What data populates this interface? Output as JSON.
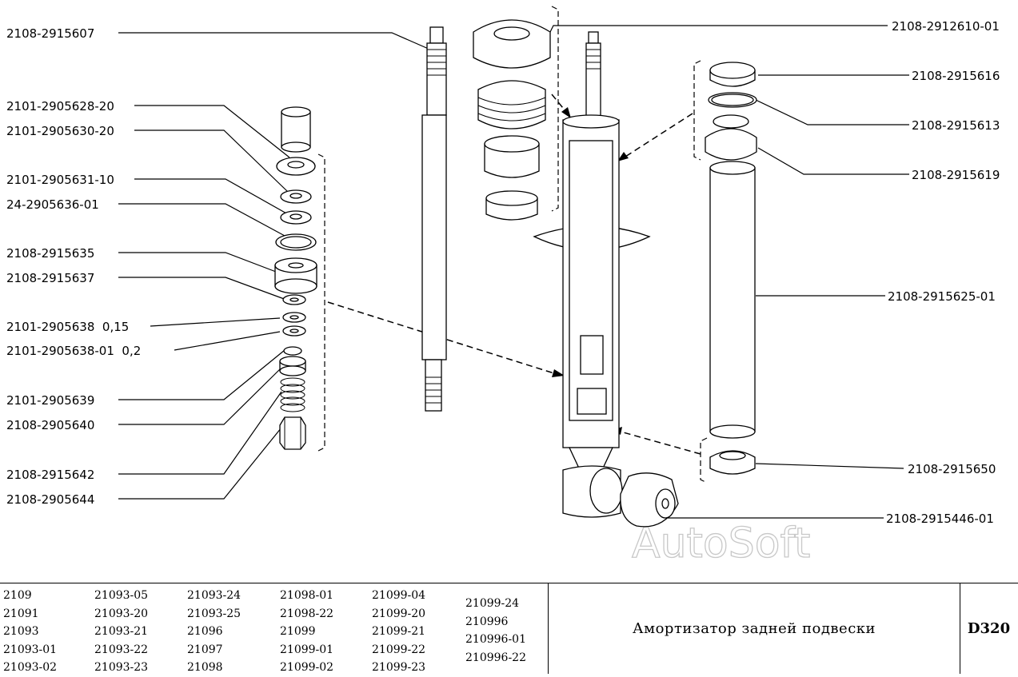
{
  "labels": {
    "l1": "2108-2915607",
    "l2": "2101-2905628-20",
    "l3": "2101-2905630-20",
    "l4": "2101-2905631-10",
    "l5": "24-2905636-01",
    "l6": "2108-2915635",
    "l7": "2108-2915637",
    "l8": "2101-2905638  0,15",
    "l9": "2101-2905638-01  0,2",
    "l10": "2101-2905639",
    "l11": "2108-2905640",
    "l12": "2108-2915642",
    "l13": "2108-2905644",
    "r1": "2108-2912610-01",
    "r2": "2108-2915616",
    "r3": "2108-2915613",
    "r4": "2108-2915619",
    "r5": "2108-2915625-01",
    "r6": "2108-2915650",
    "r7": "2108-2915446-01"
  },
  "watermark": "AutoSoft",
  "footer": {
    "models": [
      [
        "2109",
        "21091",
        "21093",
        "21093-01",
        "21093-02"
      ],
      [
        "21093-05",
        "21093-20",
        "21093-21",
        "21093-22",
        "21093-23"
      ],
      [
        "21093-24",
        "21093-25",
        "21096",
        "21097",
        "21098"
      ],
      [
        "21098-01",
        "21098-22",
        "21099",
        "21099-01",
        "21099-02"
      ],
      [
        "21099-04",
        "21099-20",
        "21099-21",
        "21099-22",
        "21099-23"
      ],
      [
        "21099-24",
        "210996",
        "210996-01",
        "210996-22"
      ]
    ],
    "title": "Амортизатор задней подвески",
    "code": "D320"
  }
}
